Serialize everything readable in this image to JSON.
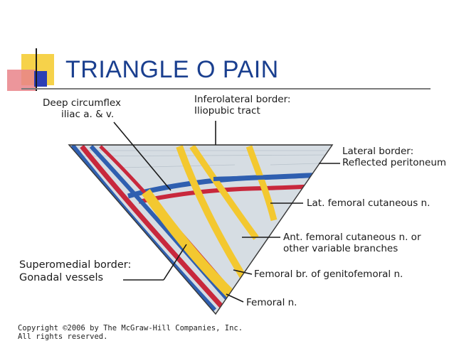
{
  "slide": {
    "title": "TRIANGLE O PAIN"
  },
  "labels": {
    "deep_circumflex_1": "Deep circumflex",
    "deep_circumflex_2": "iliac a. & v.",
    "inferolateral_1": "Inferolateral border:",
    "inferolateral_2": "Iliopubic tract",
    "lateral_1": "Lateral border:",
    "lateral_2": "Reflected peritoneum",
    "lat_femoral_cutaneous": "Lat. femoral cutaneous n.",
    "ant_femoral_1": "Ant. femoral cutaneous n. or",
    "ant_femoral_2": "other variable branches",
    "superomedial_1": "Superomedial border:",
    "superomedial_2": "Gonadal vessels",
    "femoral_br": "Femoral br. of genitofemoral n.",
    "femoral_n": "Femoral n."
  },
  "copyright": {
    "line1": "Copyright ©2006 by The McGraw-Hill Companies, Inc.",
    "line2": "All rights reserved."
  },
  "colors": {
    "title": "#1a3f8f",
    "artery": "#c8283c",
    "vein": "#2f5fb0",
    "nerve": "#f3c830",
    "triangle_fill": "#d6dde3"
  }
}
